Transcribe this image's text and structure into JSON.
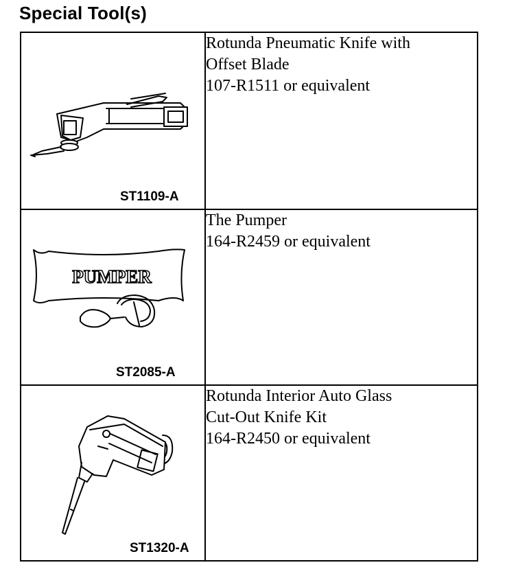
{
  "title": "Special Tool(s)",
  "tools": [
    {
      "code": "ST1109-A",
      "lines": [
        "Rotunda Pneumatic Knife with",
        "Offset Blade",
        "107-R1511 or equivalent"
      ],
      "icon": "pneumatic-knife-icon"
    },
    {
      "code": "ST2085-A",
      "lines": [
        "The Pumper",
        "164-R2459 or equivalent"
      ],
      "icon": "pumper-icon",
      "image_text": "PUMPER"
    },
    {
      "code": "ST1320-A",
      "lines": [
        "Rotunda Interior Auto Glass",
        "Cut-Out Knife Kit",
        "164-R2450 or equivalent"
      ],
      "icon": "cut-out-knife-icon"
    }
  ]
}
